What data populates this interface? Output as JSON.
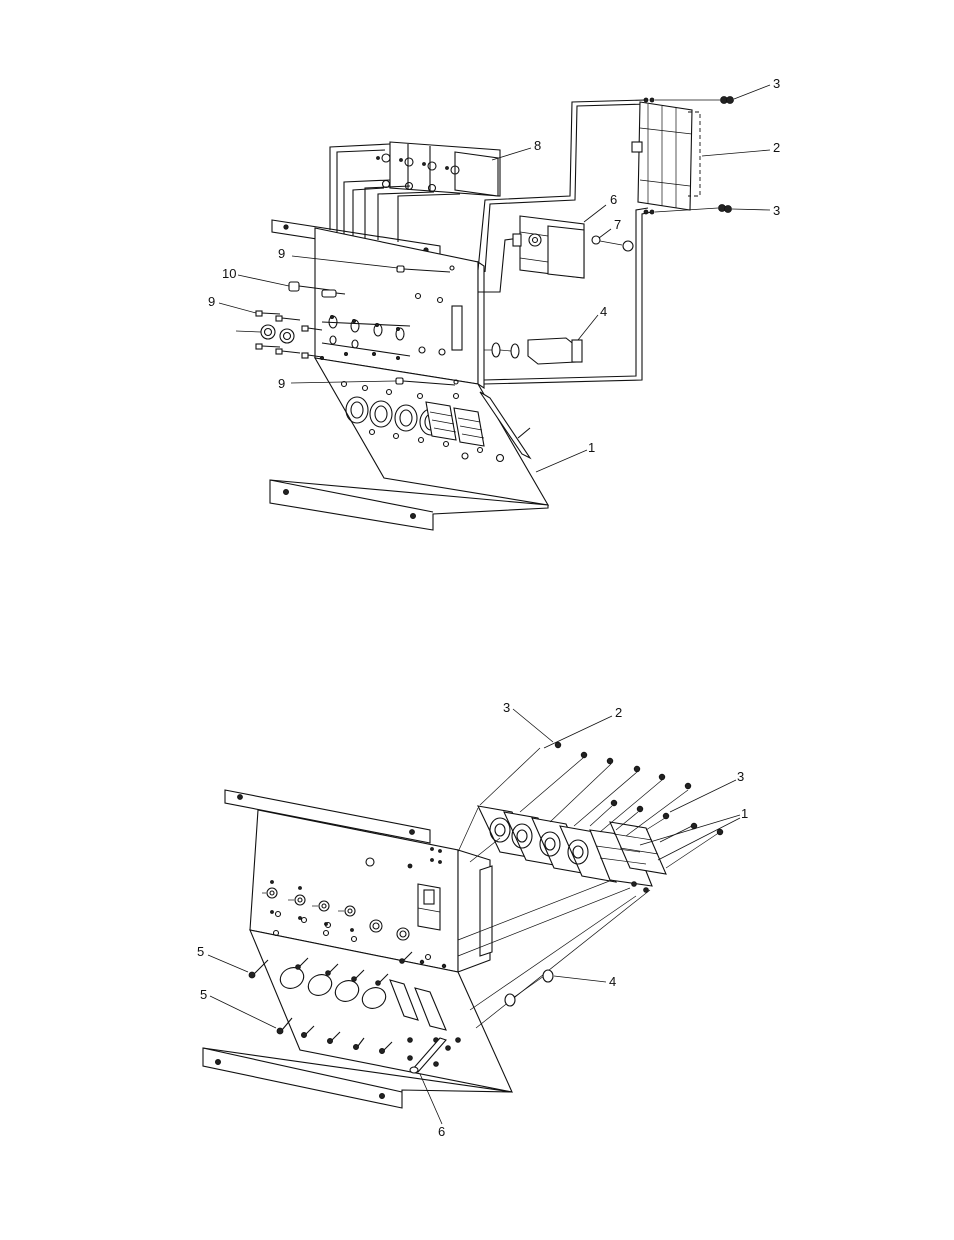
{
  "upper_view": {
    "callouts": [
      {
        "id": "u-3a",
        "text": "3"
      },
      {
        "id": "u-2",
        "text": "2"
      },
      {
        "id": "u-3b",
        "text": "3"
      },
      {
        "id": "u-8",
        "text": "8"
      },
      {
        "id": "u-6",
        "text": "6"
      },
      {
        "id": "u-7",
        "text": "7"
      },
      {
        "id": "u-9a",
        "text": "9"
      },
      {
        "id": "u-10",
        "text": "10"
      },
      {
        "id": "u-9b",
        "text": "9"
      },
      {
        "id": "u-4",
        "text": "4"
      },
      {
        "id": "u-9c",
        "text": "9"
      },
      {
        "id": "u-1",
        "text": "1"
      }
    ]
  },
  "lower_view": {
    "callouts": [
      {
        "id": "l-3a",
        "text": "3"
      },
      {
        "id": "l-2",
        "text": "2"
      },
      {
        "id": "l-3b",
        "text": "3"
      },
      {
        "id": "l-1",
        "text": "1"
      },
      {
        "id": "l-5a",
        "text": "5"
      },
      {
        "id": "l-5b",
        "text": "5"
      },
      {
        "id": "l-4",
        "text": "4"
      },
      {
        "id": "l-6",
        "text": "6"
      }
    ]
  }
}
